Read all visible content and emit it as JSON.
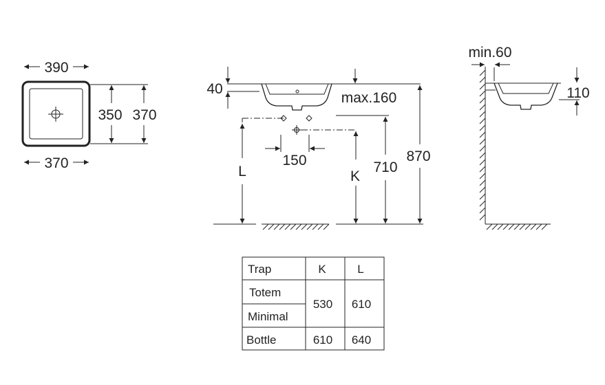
{
  "top_view": {
    "width_outer": "390",
    "width_inner": "370",
    "depth_inner": "350",
    "depth_outer": "370"
  },
  "front_view": {
    "dim_40": "40",
    "dim_max": "max.160",
    "dim_150": "150",
    "label_L": "L",
    "label_K": "K",
    "dim_710": "710",
    "dim_870": "870"
  },
  "side_view": {
    "dim_min": "min.60",
    "dim_110": "110"
  },
  "table": {
    "headers": [
      "Trap",
      "K",
      "L"
    ],
    "rows": [
      {
        "name": "Totem"
      },
      {
        "name": "Minimal"
      },
      {
        "name": "Bottle",
        "K": "610",
        "L": "640"
      }
    ],
    "merged_K": "530",
    "merged_L": "610"
  }
}
